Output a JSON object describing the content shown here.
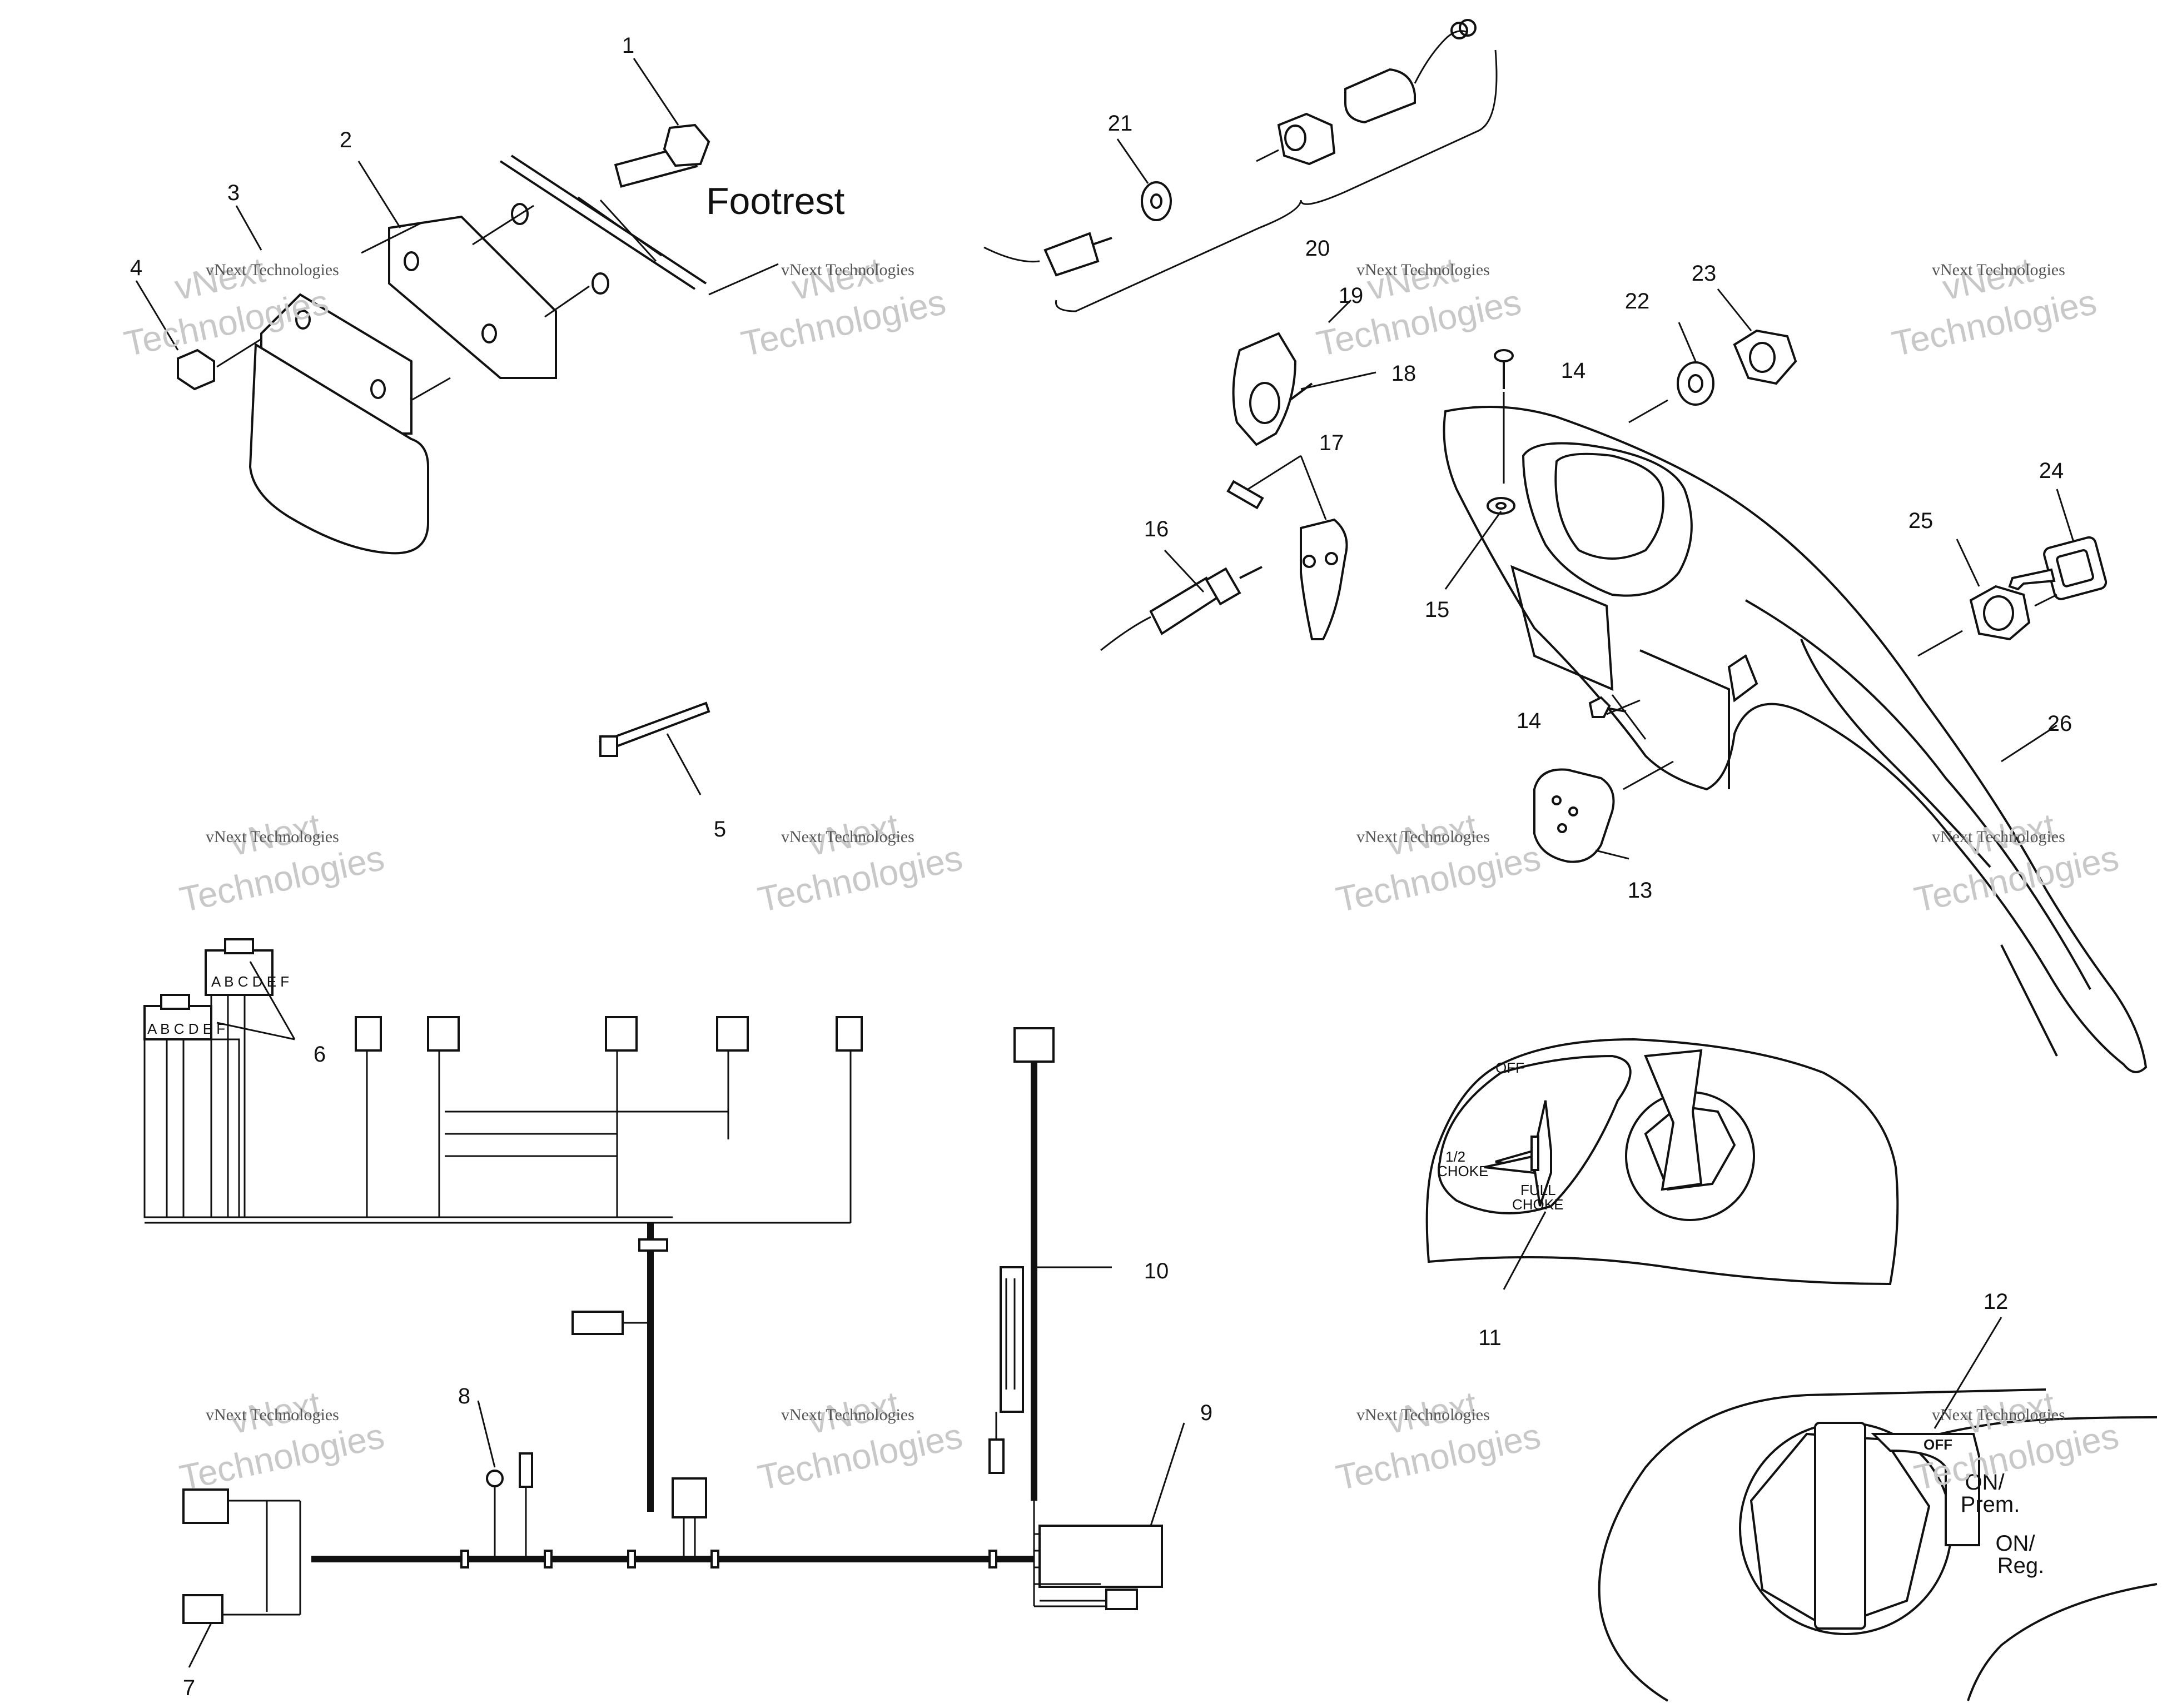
{
  "callouts": [
    "1",
    "2",
    "3",
    "4",
    "5",
    "6",
    "7",
    "8",
    "9",
    "10",
    "11",
    "12",
    "13",
    "14",
    "14",
    "15",
    "16",
    "17",
    "18",
    "19",
    "20",
    "21",
    "22",
    "23",
    "24",
    "25",
    "26"
  ],
  "footrest_label": "Footrest",
  "choke_plate": {
    "off": "OFF",
    "half": "1/2\nCHOKE",
    "full": "FULL\nCHOKE"
  },
  "fuel_valve_plate": {
    "off": "OFF",
    "on_prem": "ON/\nPrem.",
    "on_reg": "ON/\nReg."
  },
  "connector_pins": "A B C D E F",
  "watermark": {
    "large_line1": "vNext",
    "large_line2": "Technologies",
    "small": "vNext Technologies"
  }
}
